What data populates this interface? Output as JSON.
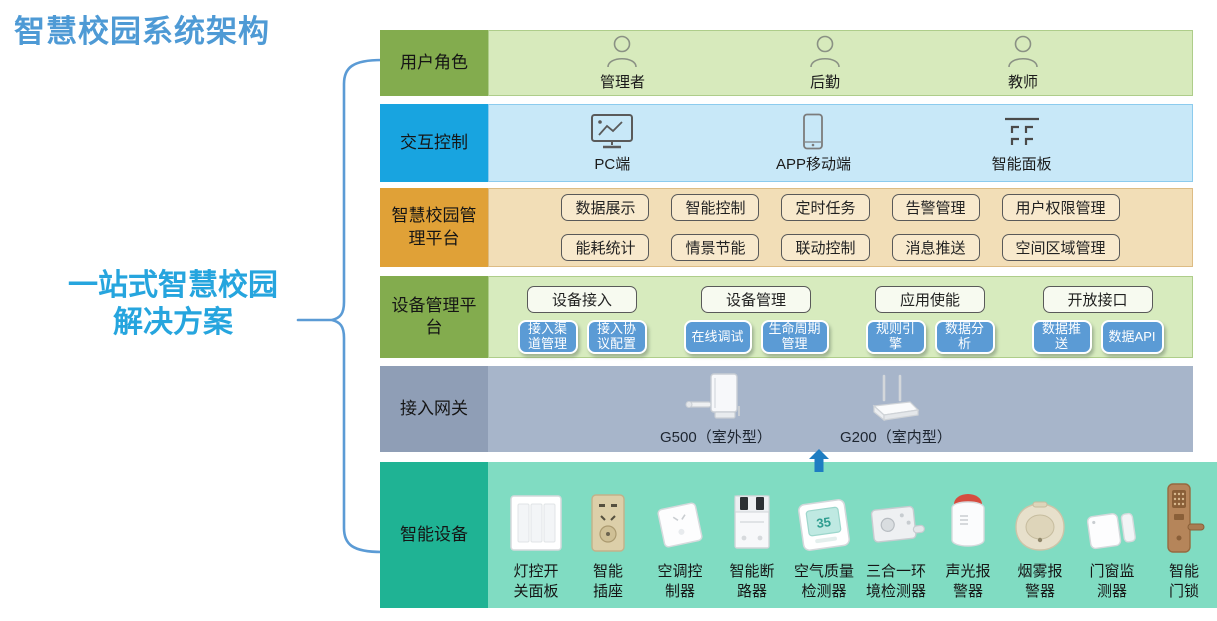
{
  "page": {
    "title": "智慧校园系统架构",
    "solution_line1": "一站式智慧校园",
    "solution_line2": "解决方案"
  },
  "colors": {
    "title_blue": "#4E9AD5",
    "solution_cyan": "#26A5DE",
    "brace_blue": "#5B9BD5",
    "green_header": "#83AC4E",
    "green_body": "#D7EABC",
    "blue_header": "#18A4E0",
    "blue_body": "#C8E8F8",
    "orange_header": "#E0A137",
    "orange_body": "#F2DEB7",
    "gray_header": "#8F9EB6",
    "gray_body": "#A7B5CA",
    "teal_header": "#1FB394",
    "teal_body": "#80DCC2",
    "blue_button": "#5B9BD5",
    "arrow_blue": "#1E7DC2"
  },
  "rows": {
    "user_roles": {
      "label": "用户角色",
      "items": [
        {
          "label": "管理者",
          "icon": "person-icon"
        },
        {
          "label": "后勤",
          "icon": "person-icon"
        },
        {
          "label": "教师",
          "icon": "person-icon"
        }
      ]
    },
    "interaction": {
      "label": "交互控制",
      "items": [
        {
          "label": "PC端",
          "icon": "monitor-icon"
        },
        {
          "label": "APP移动端",
          "icon": "smartphone-icon"
        },
        {
          "label": "智能面板",
          "icon": "smart-panel-icon"
        }
      ]
    },
    "platform": {
      "label": "智慧校园管理平台",
      "buttons": [
        "数据展示",
        "智能控制",
        "定时任务",
        "告警管理",
        "用户权限管理",
        "能耗统计",
        "情景节能",
        "联动控制",
        "消息推送",
        "空间区域管理"
      ]
    },
    "device_mgmt": {
      "label": "设备管理平台",
      "groups": [
        {
          "label": "设备接入",
          "sub": [
            {
              "line1": "接入渠",
              "line2": "道管理"
            },
            {
              "line1": "接入协",
              "line2": "议配置"
            }
          ]
        },
        {
          "label": "设备管理",
          "sub": [
            {
              "line1": "在线调试",
              "line2": ""
            },
            {
              "line1": "生命周期",
              "line2": "管理"
            }
          ]
        },
        {
          "label": "应用使能",
          "sub": [
            {
              "line1": "规则引",
              "line2": "擎"
            },
            {
              "line1": "数据分",
              "line2": "析"
            }
          ]
        },
        {
          "label": "开放接口",
          "sub": [
            {
              "line1": "数据推",
              "line2": "送"
            },
            {
              "line1": "数据API",
              "line2": ""
            }
          ]
        }
      ]
    },
    "gateway": {
      "label": "接入网关",
      "items": [
        {
          "label": "G500（室外型）",
          "icon": "outdoor-gateway-image"
        },
        {
          "label": "G200（室内型）",
          "icon": "indoor-gateway-image"
        }
      ]
    },
    "devices": {
      "label": "智能设备",
      "items": [
        {
          "name": "light-switch-panel",
          "line1": "灯控开",
          "line2": "关面板"
        },
        {
          "name": "smart-socket",
          "line1": "智能",
          "line2": "插座"
        },
        {
          "name": "ac-controller",
          "line1": "空调控",
          "line2": "制器"
        },
        {
          "name": "circuit-breaker",
          "line1": "智能断",
          "line2": "路器"
        },
        {
          "name": "air-quality-detector",
          "line1": "空气质量",
          "line2": "检测器"
        },
        {
          "name": "env-3in1-detector",
          "line1": "三合一环",
          "line2": "境检测器"
        },
        {
          "name": "sound-light-alarm",
          "line1": "声光报",
          "line2": "警器"
        },
        {
          "name": "smoke-alarm",
          "line1": "烟雾报",
          "line2": "警器"
        },
        {
          "name": "door-window-sensor",
          "line1": "门窗监",
          "line2": "测器"
        },
        {
          "name": "smart-door-lock",
          "line1": "智能",
          "line2": "门锁"
        }
      ]
    }
  }
}
